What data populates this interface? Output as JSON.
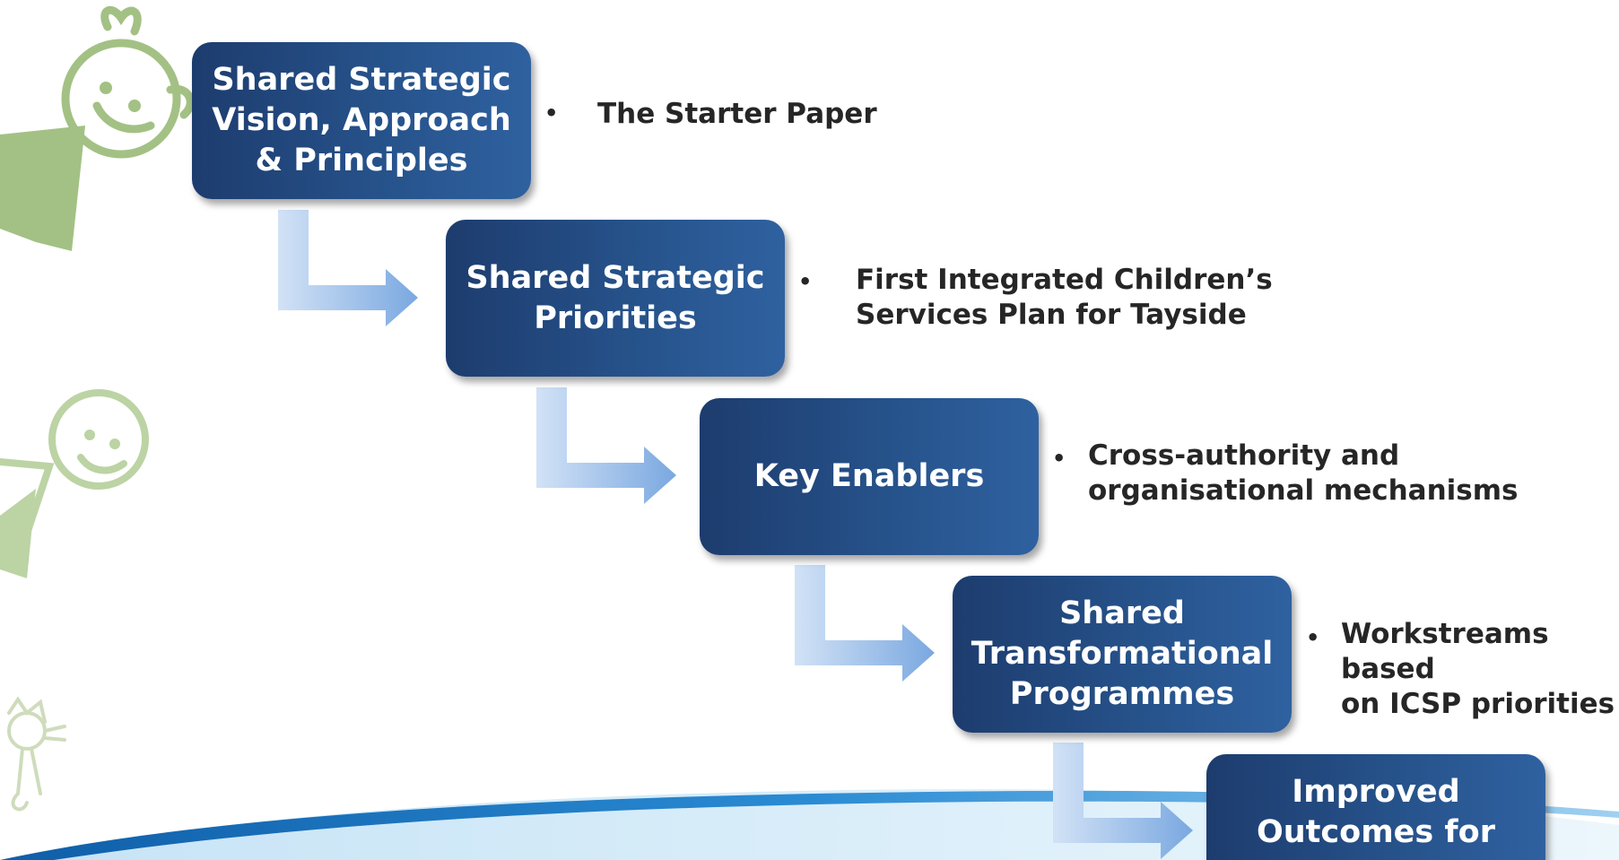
{
  "diagram": {
    "colors": {
      "box_dark": "#1d3c6e",
      "box_light": "#2f61a0",
      "arrow_light": "#d2e2f6",
      "arrow_dark": "#7aa8e0",
      "text_dark": "#262626",
      "deco_green": "#a3c184",
      "swoosh_blue": "#1f77c4"
    },
    "steps": [
      {
        "label": "Shared Strategic\nVision, Approach\n& Principles",
        "note": "The Starter Paper"
      },
      {
        "label": "Shared Strategic\nPriorities",
        "note": "First Integrated Children’s\nServices Plan for Tayside"
      },
      {
        "label": "Key Enablers",
        "note": "Cross-authority and\norganisational mechanisms"
      },
      {
        "label": "Shared\nTransformational\nProgrammes",
        "note": "Workstreams based\non ICSP priorities"
      },
      {
        "label": "Improved\nOutcomes for",
        "note": ""
      }
    ],
    "bullet_symbol": "•",
    "decorations": [
      "child-drawing-icon",
      "child-drawing-icon",
      "cat-drawing-icon",
      "blue-swoosh"
    ]
  }
}
